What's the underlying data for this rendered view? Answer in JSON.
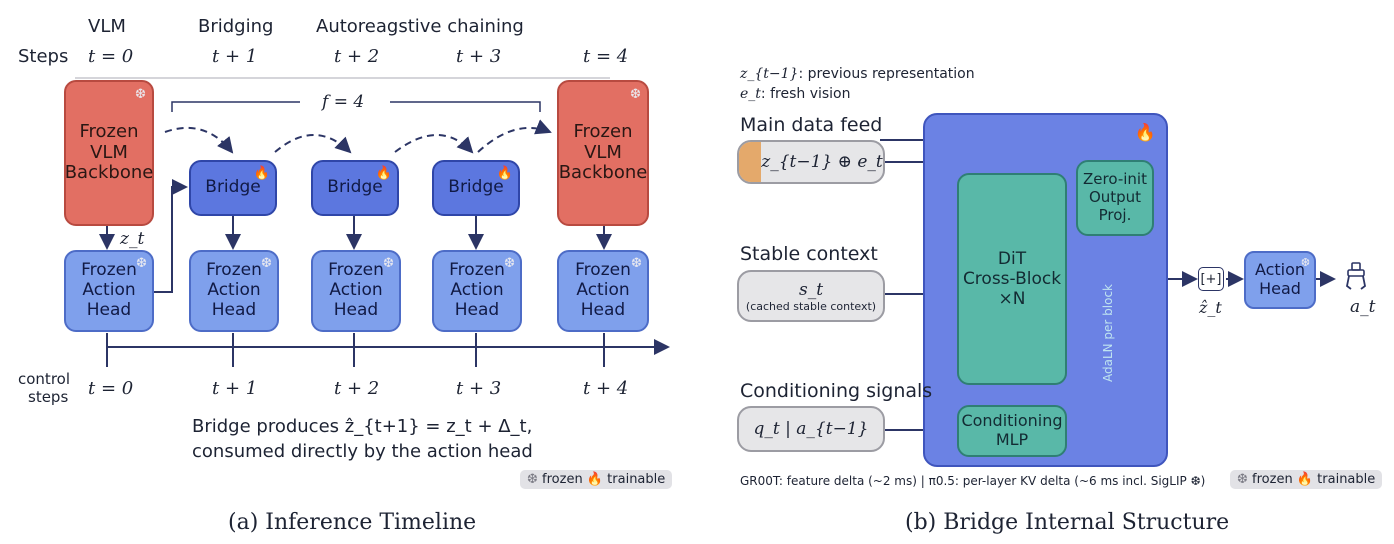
{
  "left": {
    "phases": {
      "vlm": "VLM",
      "bridging": "Bridging",
      "chaining": "Autoreagstive chaining"
    },
    "steps_label": "Steps",
    "steps": [
      "t = 0",
      "t + 1",
      "t + 2",
      "t + 3",
      "t = 4"
    ],
    "interval_label": "f = 4",
    "vlm_backbone": [
      "Frozen",
      "VLM",
      "Backbone"
    ],
    "bridge_label": "Bridge",
    "action_head": [
      "Frozen",
      "Action",
      "Head"
    ],
    "zt_label": "z_t",
    "control_label": [
      "control",
      "steps"
    ],
    "control_steps": [
      "t = 0",
      "t + 1",
      "t + 2",
      "t + 3",
      "t + 4"
    ],
    "caption_line1": "Bridge produces ẑ_{t+1} = z_t + Δ_t,",
    "caption_line2": "consumed directly by the action head",
    "legend": {
      "frozen": "frozen",
      "trainable": "trainable"
    },
    "subtitle": "(a) Inference Timeline"
  },
  "right": {
    "def_prev": ": previous representation",
    "def_prev_sym": "z_{t−1}",
    "def_fresh": ": fresh vision",
    "def_fresh_sym": "e_t",
    "main_feed_label": "Main data feed",
    "main_feed_value": "z_{t−1} ⊕ e_t",
    "stable_label": "Stable context",
    "stable_value": "s_t",
    "stable_note": "(cached stable context)",
    "cond_label": "Conditioning signals",
    "cond_value": "q_t | a_{t−1}",
    "dit": [
      "DiT",
      "Cross-Block",
      "×N"
    ],
    "zero_init": [
      "Zero-init",
      "Output",
      "Proj."
    ],
    "cond_mlp": [
      "Conditioning",
      "MLP"
    ],
    "adaln": "AdaLN per block",
    "sum_symbol": "[+]",
    "zhat_label": "ẑ_t",
    "action_head": [
      "Action",
      "Head"
    ],
    "at_label": "a_t",
    "footnote": "GR00T: feature delta (~2 ms) | π0.5: per-layer KV delta (~6 ms incl. SigLIP ❆)",
    "legend": {
      "frozen": "frozen",
      "trainable": "trainable"
    },
    "subtitle": "(b) Bridge Internal Structure"
  },
  "icons": {
    "frozen": "snowflake-icon",
    "trainable": "flame-icon",
    "gripper": "robot-gripper-icon"
  },
  "colors": {
    "frozen_vlm": "#e26f63",
    "bridge": "#5c77df",
    "action_head": "#7fa0ec",
    "container": "#6b82e4",
    "dit": "#59b8a8",
    "input_pill": "#e6e6e8",
    "accent_orange": "#e4a96b"
  }
}
